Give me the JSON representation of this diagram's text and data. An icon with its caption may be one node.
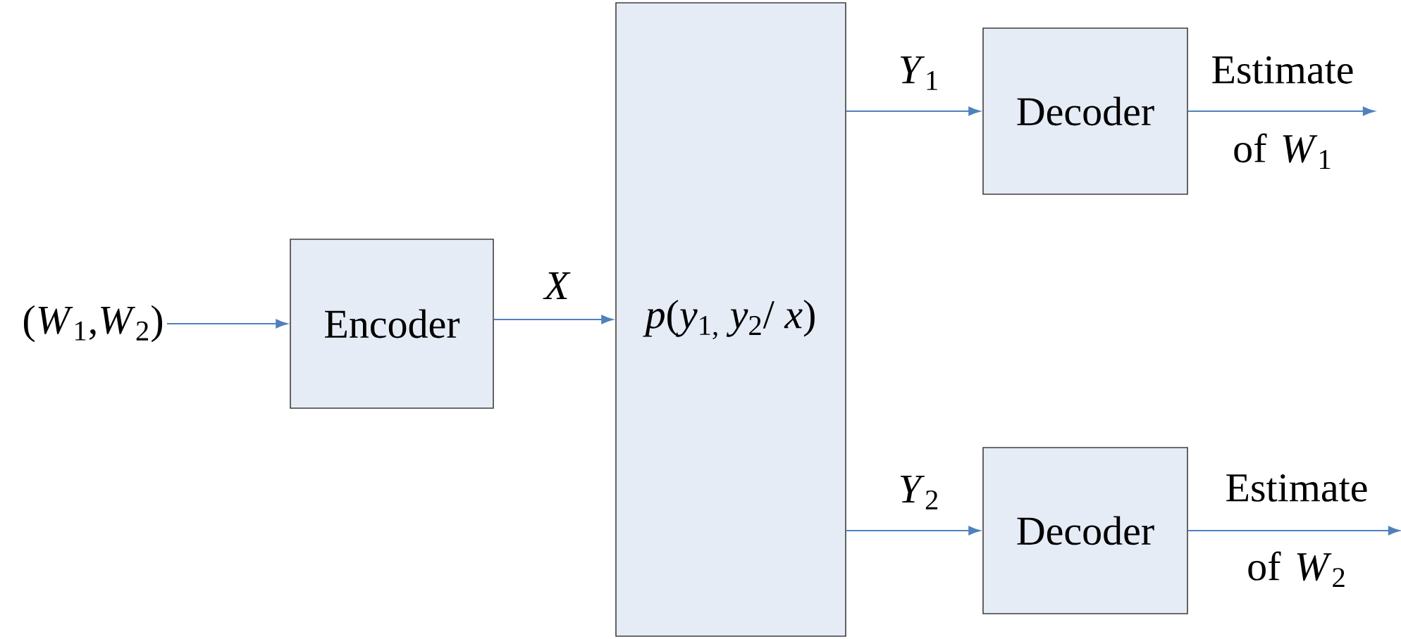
{
  "diagram": {
    "nodes": [
      {
        "text": [
          "(*W*$_{1}$,*W*$_{2}$)"
        ]
      },
      {
        "text": [
          "Encoder"
        ]
      },
      {
        "text": [
          "*p*(*y*$_{1,}$ *y*$_{2}$/ *x*)"
        ]
      },
      {
        "text": [
          "Decoder"
        ]
      },
      {
        "text": [
          "Decoder"
        ]
      }
    ],
    "edges": [
      {
        "from": 0,
        "to": 1,
        "arrow": "to"
      },
      {
        "from": 1,
        "to": 2,
        "arrow": "to",
        "label": "X"
      },
      {
        "from": 2,
        "to": 3,
        "arrow": "to",
        "label": "*Y*$_{1}$"
      },
      {
        "from": 2,
        "to": 4,
        "arrow": "to",
        "label": "*Y*$_{2}$"
      },
      {
        "from": 3,
        "to": null,
        "arrow": "to",
        "label": "Estimate of *W*$_{1}$"
      },
      {
        "from": 4,
        "to": null,
        "arrow": "to",
        "label": "Estimate of *W*$_{2}$"
      }
    ]
  }
}
